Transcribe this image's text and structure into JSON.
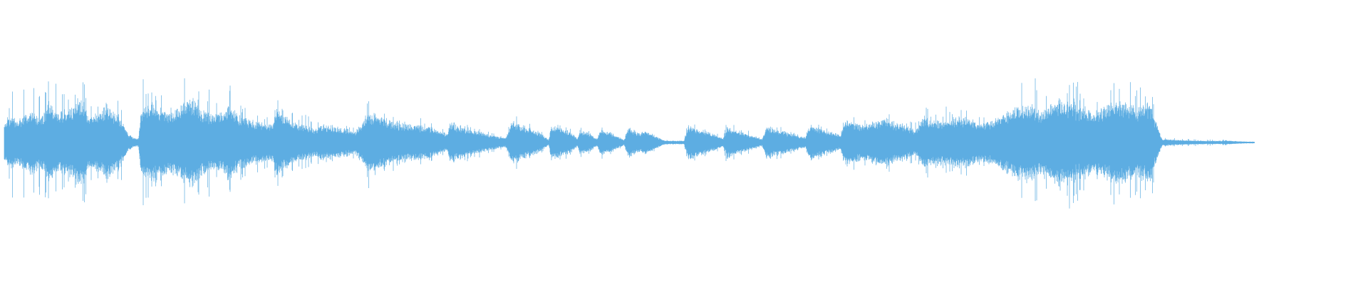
{
  "waveform": {
    "color": "#5dade2",
    "background": "#ffffff",
    "duration_fraction_filled": 0.955,
    "envelope": [
      [
        0.0,
        0.2,
        0.62
      ],
      [
        0.003,
        0.3,
        0.7
      ],
      [
        0.01,
        0.25,
        0.62
      ],
      [
        0.02,
        0.35,
        0.68
      ],
      [
        0.03,
        0.3,
        0.65
      ],
      [
        0.034,
        0.48,
        0.85
      ],
      [
        0.04,
        0.32,
        0.65
      ],
      [
        0.05,
        0.4,
        0.62
      ],
      [
        0.059,
        0.52,
        0.9
      ],
      [
        0.065,
        0.3,
        0.6
      ],
      [
        0.075,
        0.35,
        0.55
      ],
      [
        0.078,
        0.45,
        0.75
      ],
      [
        0.088,
        0.3,
        0.5
      ],
      [
        0.095,
        0.1,
        0.25
      ],
      [
        0.1,
        0.05,
        0.1
      ],
      [
        0.103,
        0.05,
        0.08
      ],
      [
        0.105,
        0.35,
        0.75
      ],
      [
        0.11,
        0.45,
        0.7
      ],
      [
        0.12,
        0.4,
        0.62
      ],
      [
        0.125,
        0.35,
        0.55
      ],
      [
        0.135,
        0.42,
        0.65
      ],
      [
        0.145,
        0.5,
        0.95
      ],
      [
        0.15,
        0.4,
        0.8
      ],
      [
        0.16,
        0.3,
        0.55
      ],
      [
        0.17,
        0.35,
        0.6
      ],
      [
        0.172,
        0.45,
        0.7
      ],
      [
        0.18,
        0.3,
        0.45
      ],
      [
        0.19,
        0.25,
        0.35
      ],
      [
        0.205,
        0.2,
        0.3
      ],
      [
        0.209,
        0.38,
        0.8
      ],
      [
        0.215,
        0.3,
        0.45
      ],
      [
        0.225,
        0.22,
        0.35
      ],
      [
        0.24,
        0.15,
        0.25
      ],
      [
        0.243,
        0.2,
        0.28
      ],
      [
        0.255,
        0.18,
        0.22
      ],
      [
        0.27,
        0.12,
        0.18
      ],
      [
        0.277,
        0.3,
        0.65
      ],
      [
        0.285,
        0.35,
        0.5
      ],
      [
        0.3,
        0.22,
        0.35
      ],
      [
        0.315,
        0.2,
        0.3
      ],
      [
        0.325,
        0.18,
        0.25
      ],
      [
        0.34,
        0.1,
        0.14
      ],
      [
        0.342,
        0.22,
        0.3
      ],
      [
        0.36,
        0.14,
        0.2
      ],
      [
        0.385,
        0.05,
        0.07
      ],
      [
        0.39,
        0.24,
        0.32
      ],
      [
        0.41,
        0.12,
        0.18
      ],
      [
        0.418,
        0.03,
        0.04
      ],
      [
        0.42,
        0.2,
        0.28
      ],
      [
        0.435,
        0.12,
        0.16
      ],
      [
        0.44,
        0.05,
        0.06
      ],
      [
        0.442,
        0.14,
        0.18
      ],
      [
        0.45,
        0.1,
        0.12
      ],
      [
        0.455,
        0.04,
        0.05
      ],
      [
        0.458,
        0.16,
        0.2
      ],
      [
        0.47,
        0.08,
        0.1
      ],
      [
        0.476,
        0.03,
        0.03
      ],
      [
        0.479,
        0.18,
        0.24
      ],
      [
        0.488,
        0.1,
        0.14
      ],
      [
        0.492,
        0.14,
        0.2
      ],
      [
        0.5,
        0.07,
        0.1
      ],
      [
        0.508,
        0.02,
        0.03
      ],
      [
        0.522,
        0.02,
        0.02
      ],
      [
        0.525,
        0.2,
        0.28
      ],
      [
        0.54,
        0.12,
        0.16
      ],
      [
        0.552,
        0.05,
        0.07
      ],
      [
        0.555,
        0.18,
        0.26
      ],
      [
        0.57,
        0.1,
        0.14
      ],
      [
        0.582,
        0.04,
        0.06
      ],
      [
        0.585,
        0.18,
        0.24
      ],
      [
        0.6,
        0.12,
        0.16
      ],
      [
        0.615,
        0.06,
        0.08
      ],
      [
        0.618,
        0.2,
        0.26
      ],
      [
        0.635,
        0.12,
        0.16
      ],
      [
        0.642,
        0.08,
        0.1
      ],
      [
        0.645,
        0.25,
        0.35
      ],
      [
        0.66,
        0.2,
        0.3
      ],
      [
        0.675,
        0.28,
        0.45
      ],
      [
        0.69,
        0.2,
        0.3
      ],
      [
        0.7,
        0.15,
        0.22
      ],
      [
        0.705,
        0.28,
        0.5
      ],
      [
        0.72,
        0.25,
        0.4
      ],
      [
        0.735,
        0.3,
        0.45
      ],
      [
        0.75,
        0.22,
        0.35
      ],
      [
        0.758,
        0.25,
        0.55
      ],
      [
        0.77,
        0.35,
        0.6
      ],
      [
        0.785,
        0.45,
        0.95
      ],
      [
        0.795,
        0.35,
        0.6
      ],
      [
        0.81,
        0.5,
        0.9
      ],
      [
        0.825,
        0.4,
        0.7
      ],
      [
        0.84,
        0.35,
        0.62
      ],
      [
        0.85,
        0.45,
        0.75
      ],
      [
        0.86,
        0.48,
        0.78
      ],
      [
        0.87,
        0.4,
        0.6
      ],
      [
        0.88,
        0.45,
        0.7
      ],
      [
        0.885,
        0.2,
        0.4
      ],
      [
        0.889,
        0.04,
        0.06
      ],
      [
        0.9,
        0.03,
        0.05
      ],
      [
        0.92,
        0.02,
        0.04
      ],
      [
        0.94,
        0.02,
        0.03
      ],
      [
        0.955,
        0.01,
        0.02
      ]
    ]
  }
}
